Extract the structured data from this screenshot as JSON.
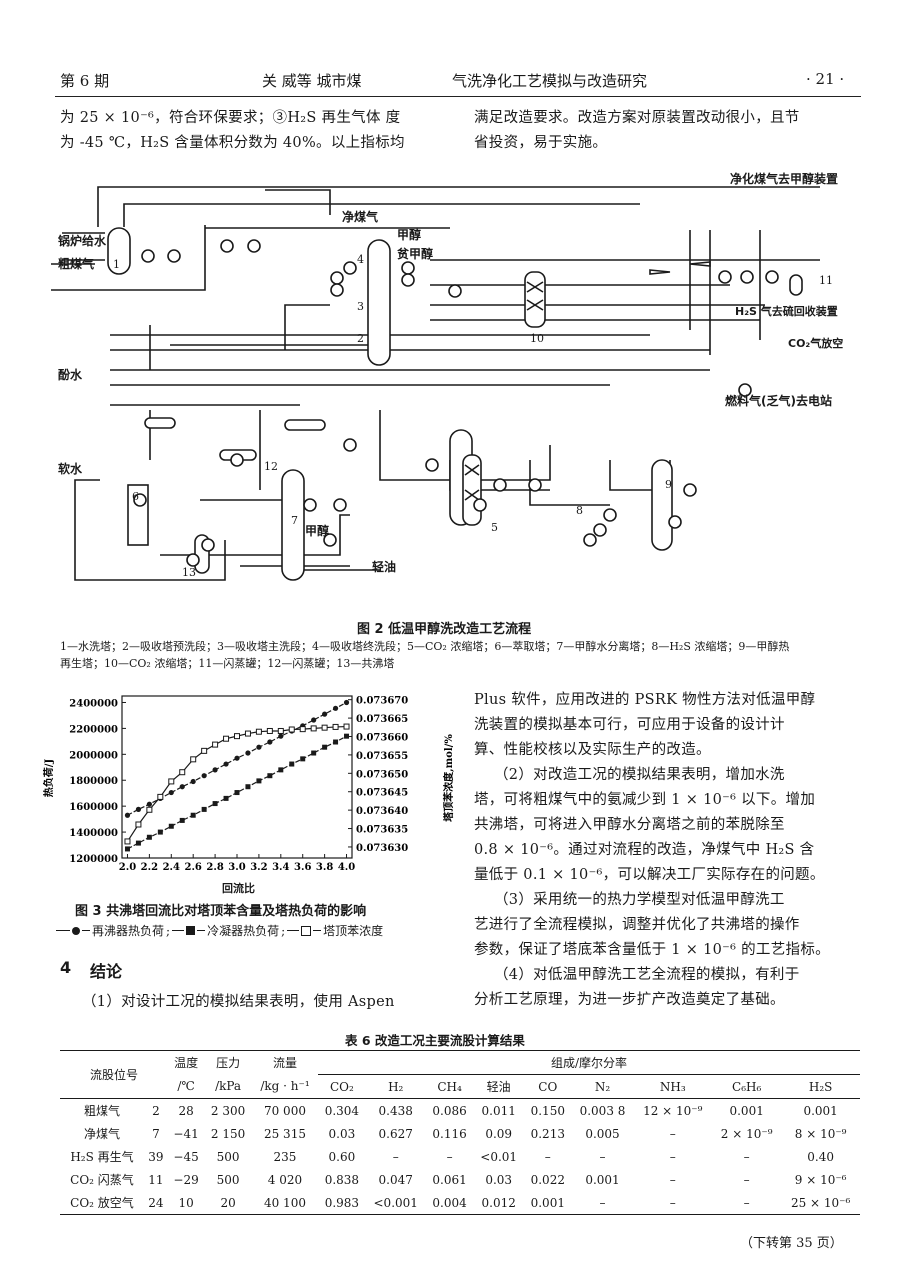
{
  "header": {
    "issue": "第 6 期",
    "authors": "关 威等 城市煤",
    "title_fragment": "气洗净化工艺模拟与改造研究",
    "page_number": "· 21 ·"
  },
  "top_text": {
    "left_line1": "为 25 × 10⁻⁶，符合环保要求；③H₂S 再生气体 度",
    "left_line2": "为 -45 ℃，H₂S 含量体积分数为 40%。以上指标均",
    "right_line1": "满足改造要求。改造方案对原装置改动很小，且节",
    "right_line2": "省投资，易于实施。"
  },
  "figure2": {
    "labels": {
      "boiler_water": "锅炉给水",
      "raw_gas": "粗煤气",
      "clean_gas": "净煤气",
      "methanol": "甲醇",
      "lean_methanol": "贫甲醇",
      "phenol_water": "酚水",
      "soft_water": "软水",
      "methanol2": "甲醇",
      "light_oil": "轻油",
      "to_methanol_plant": "净化煤气去甲醇装置",
      "h2s_to_sulfur": "H₂S 气去硫回收装置",
      "co2_vent": "CO₂气放空",
      "fuel_gas": "燃料气(乏气)去电站"
    },
    "unit_numbers": [
      "1",
      "2",
      "3",
      "4",
      "5",
      "6",
      "7",
      "8",
      "9",
      "10",
      "11",
      "12",
      "13"
    ],
    "caption": "图 2 低温甲醇洗改造工艺流程",
    "legend_line1": "1—水洗塔；2—吸收塔预洗段；3—吸收塔主洗段；4—吸收塔终洗段；5—CO₂ 浓缩塔；6—萃取塔；7—甲醇水分离塔；8—H₂S 浓缩塔；9—甲醇热",
    "legend_line2": "再生塔；10—CO₂ 浓缩塔；11—闪蒸罐；12—闪蒸罐；13—共沸塔"
  },
  "chart_data": {
    "type": "line",
    "title": "图 3 共沸塔回流比对塔顶苯含量及塔热负荷的影响",
    "xlabel": "回流比",
    "ylabel": "热负荷/J",
    "ylabel_right": "塔顶苯浓度,mol/%",
    "x": [
      2.0,
      2.1,
      2.2,
      2.3,
      2.4,
      2.5,
      2.6,
      2.7,
      2.8,
      2.9,
      3.0,
      3.1,
      3.2,
      3.3,
      3.4,
      3.5,
      3.6,
      3.7,
      3.8,
      3.9,
      4.0
    ],
    "xlim": [
      1.95,
      4.05
    ],
    "ylim": [
      1200000,
      2450000
    ],
    "ylim_right": [
      0.073627,
      0.073671
    ],
    "x_ticks": [
      "2.0",
      "2.2",
      "2.4",
      "2.6",
      "2.8",
      "3.0",
      "3.2",
      "3.4",
      "3.6",
      "3.8",
      "4.0"
    ],
    "y_ticks": [
      "1200000",
      "1400000",
      "1600000",
      "1800000",
      "2000000",
      "2200000",
      "2400000"
    ],
    "y_ticks_right": [
      "0.073630",
      "0.073635",
      "0.073640",
      "0.073645",
      "0.073650",
      "0.073655",
      "0.073660",
      "0.073665",
      "0.073670"
    ],
    "series": [
      {
        "name": "再沸器热负荷",
        "axis": "left",
        "marker": "filled-circle",
        "values": [
          1530000,
          1575000,
          1615000,
          1660000,
          1705000,
          1750000,
          1790000,
          1835000,
          1880000,
          1925000,
          1970000,
          2010000,
          2055000,
          2095000,
          2140000,
          2180000,
          2220000,
          2265000,
          2310000,
          2355000,
          2400000
        ]
      },
      {
        "name": "冷凝器热负荷",
        "axis": "left",
        "marker": "filled-square",
        "values": [
          1270000,
          1315000,
          1360000,
          1400000,
          1445000,
          1490000,
          1530000,
          1575000,
          1620000,
          1660000,
          1705000,
          1750000,
          1795000,
          1835000,
          1880000,
          1925000,
          1965000,
          2010000,
          2055000,
          2095000,
          2140000
        ]
      },
      {
        "name": "塔顶苯浓度",
        "axis": "right",
        "marker": "hollow-square",
        "values": [
          0.0736315,
          0.0736361,
          0.0736401,
          0.0736436,
          0.0736478,
          0.0736503,
          0.0736538,
          0.0736561,
          0.0736578,
          0.0736594,
          0.0736601,
          0.0736608,
          0.0736613,
          0.0736615,
          0.0736615,
          0.0736619,
          0.073662,
          0.0736622,
          0.0736624,
          0.0736626,
          0.0736627
        ]
      }
    ],
    "legend": [
      "再沸器热负荷",
      "冷凝器热负荷",
      "塔顶苯浓度"
    ],
    "legend_placement": "bottom"
  },
  "section4": {
    "heading_num": "4",
    "heading": "结论",
    "p1": "（1）对设计工况的模拟结果表明，使用 Aspen",
    "right_paras": [
      "Plus 软件，应用改进的 PSRK 物性方法对低温甲醇",
      "洗装置的模拟基本可行，可应用于设备的设计计",
      "算、性能校核以及实际生产的改造。",
      "（2）对改造工况的模拟结果表明，增加水洗",
      "塔，可将粗煤气中的氨减少到 1 × 10⁻⁶ 以下。增加",
      "共沸塔，可将进入甲醇水分离塔之前的苯脱除至",
      "0.8 × 10⁻⁶。通过对流程的改造，净煤气中 H₂S 含",
      "量低于 0.1 × 10⁻⁶，可以解决工厂实际存在的问题。",
      "（3）采用统一的热力学模型对低温甲醇洗工",
      "艺进行了全流程模拟，调整并优化了共沸塔的操作",
      "参数，保证了塔底苯含量低于 1 × 10⁻⁶ 的工艺指标。",
      "（4）对低温甲醇洗工艺全流程的模拟，有利于",
      "分析工艺原理，为进一步扩产改造奠定了基础。"
    ]
  },
  "table6": {
    "title": "表 6 改造工况主要流股计算结果",
    "head": {
      "stream": "流股位号",
      "temp": "温度",
      "temp_unit": "/℃",
      "press": "压力",
      "press_unit": "/kPa",
      "flow": "流量",
      "flow_unit": "/kg · h⁻¹",
      "comp": "组成/摩尔分率",
      "components": [
        "CO₂",
        "H₂",
        "CH₄",
        "轻油",
        "CO",
        "N₂",
        "NH₃",
        "C₆H₆",
        "H₂S"
      ]
    },
    "rows": [
      [
        "粗煤气",
        "2",
        "28",
        "2 300",
        "70 000",
        "0.304",
        "0.438",
        "0.086",
        "0.011",
        "0.150",
        "0.003 8",
        "12 × 10⁻⁹",
        "0.001",
        "0.001"
      ],
      [
        "净煤气",
        "7",
        "−41",
        "2 150",
        "25 315",
        "0.03",
        "0.627",
        "0.116",
        "0.09",
        "0.213",
        "0.005",
        "–",
        "2 × 10⁻⁹",
        "8 × 10⁻⁹"
      ],
      [
        "H₂S 再生气",
        "39",
        "−45",
        "500",
        "235",
        "0.60",
        "–",
        "–",
        "<0.01",
        "–",
        "–",
        "–",
        "–",
        "0.40"
      ],
      [
        "CO₂ 闪蒸气",
        "11",
        "−29",
        "500",
        "4 020",
        "0.838",
        "0.047",
        "0.061",
        "0.03",
        "0.022",
        "0.001",
        "–",
        "–",
        "9 × 10⁻⁶"
      ],
      [
        "CO₂ 放空气",
        "24",
        "10",
        "20",
        "40 100",
        "0.983",
        "<0.001",
        "0.004",
        "0.012",
        "0.001",
        "–",
        "–",
        "–",
        "25 × 10⁻⁶"
      ]
    ],
    "continued": "（下转第 35 页）"
  },
  "colors": {
    "ink": "#1a1a1a",
    "watermark": "#e64040"
  }
}
